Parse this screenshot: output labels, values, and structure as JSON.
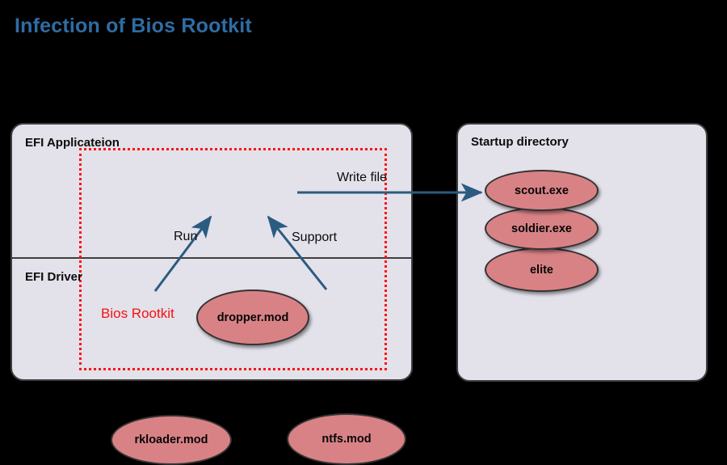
{
  "slide": {
    "title": "Infection of Bios Rootkit",
    "title_color": "#2e6da4",
    "background_color": "#000000"
  },
  "colors": {
    "panel_fill": "#e3e1ea",
    "panel_border": "#3f3f3f",
    "node_fill": "#d98286",
    "node_border": "#333333",
    "edge_color": "#2b5b80",
    "dotted_region_color": "#fb1414",
    "bios_rootkit_label_color": "#f41111"
  },
  "panels": [
    {
      "name": "efi-panel",
      "sections": [
        {
          "label": "EFI Applicateion"
        },
        {
          "label": "EFI Driver"
        }
      ],
      "dotted_region_label": "Bios Rootkit"
    },
    {
      "name": "startup-panel",
      "label": "Startup directory"
    }
  ],
  "nodes": {
    "dropper": "dropper.mod",
    "rkloader": "rkloader.mod",
    "ntfs": "ntfs.mod",
    "scout": "scout.exe",
    "soldier": "soldier.exe",
    "elite": "elite"
  },
  "edges": [
    {
      "name": "write-file",
      "label": "Write file",
      "from": "dropper.mod",
      "to": "scout.exe"
    },
    {
      "name": "run",
      "label": "Run",
      "from": "rkloader.mod",
      "to": "dropper.mod"
    },
    {
      "name": "support",
      "label": "Support",
      "from": "ntfs.mod",
      "to": "dropper.mod"
    }
  ]
}
